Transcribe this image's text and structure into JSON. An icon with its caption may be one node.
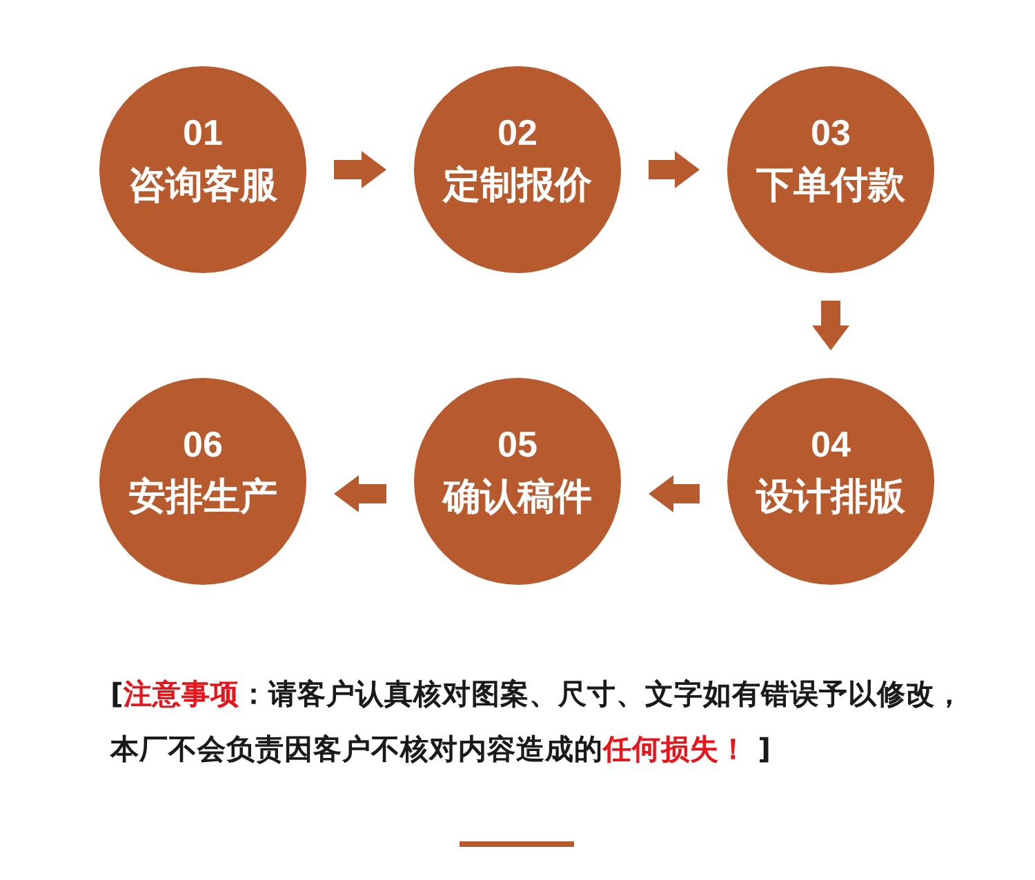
{
  "diagram": {
    "nodes": [
      {
        "text": [
          "01",
          "咨询客服"
        ]
      },
      {
        "text": [
          "02",
          "定制报价"
        ]
      },
      {
        "text": [
          "03",
          "下单付款"
        ]
      },
      {
        "text": [
          "04",
          "设计排版"
        ]
      },
      {
        "text": [
          "05",
          "确认稿件"
        ]
      },
      {
        "text": [
          "06",
          "安排生产"
        ]
      }
    ],
    "edges": [
      {
        "from": 0,
        "to": 1,
        "arrow": "to"
      },
      {
        "from": 1,
        "to": 2,
        "arrow": "to"
      },
      {
        "from": 2,
        "to": 3,
        "arrow": "to"
      },
      {
        "from": 3,
        "to": 4,
        "arrow": "to"
      },
      {
        "from": 4,
        "to": 5,
        "arrow": "to"
      }
    ],
    "labels": [
      "[**注意事项**：请客户认真核对图案、尺寸、文字如有错误予以修改，本厂不会负责因客户不核对内容造成的**任何损失！** ]"
    ]
  }
}
